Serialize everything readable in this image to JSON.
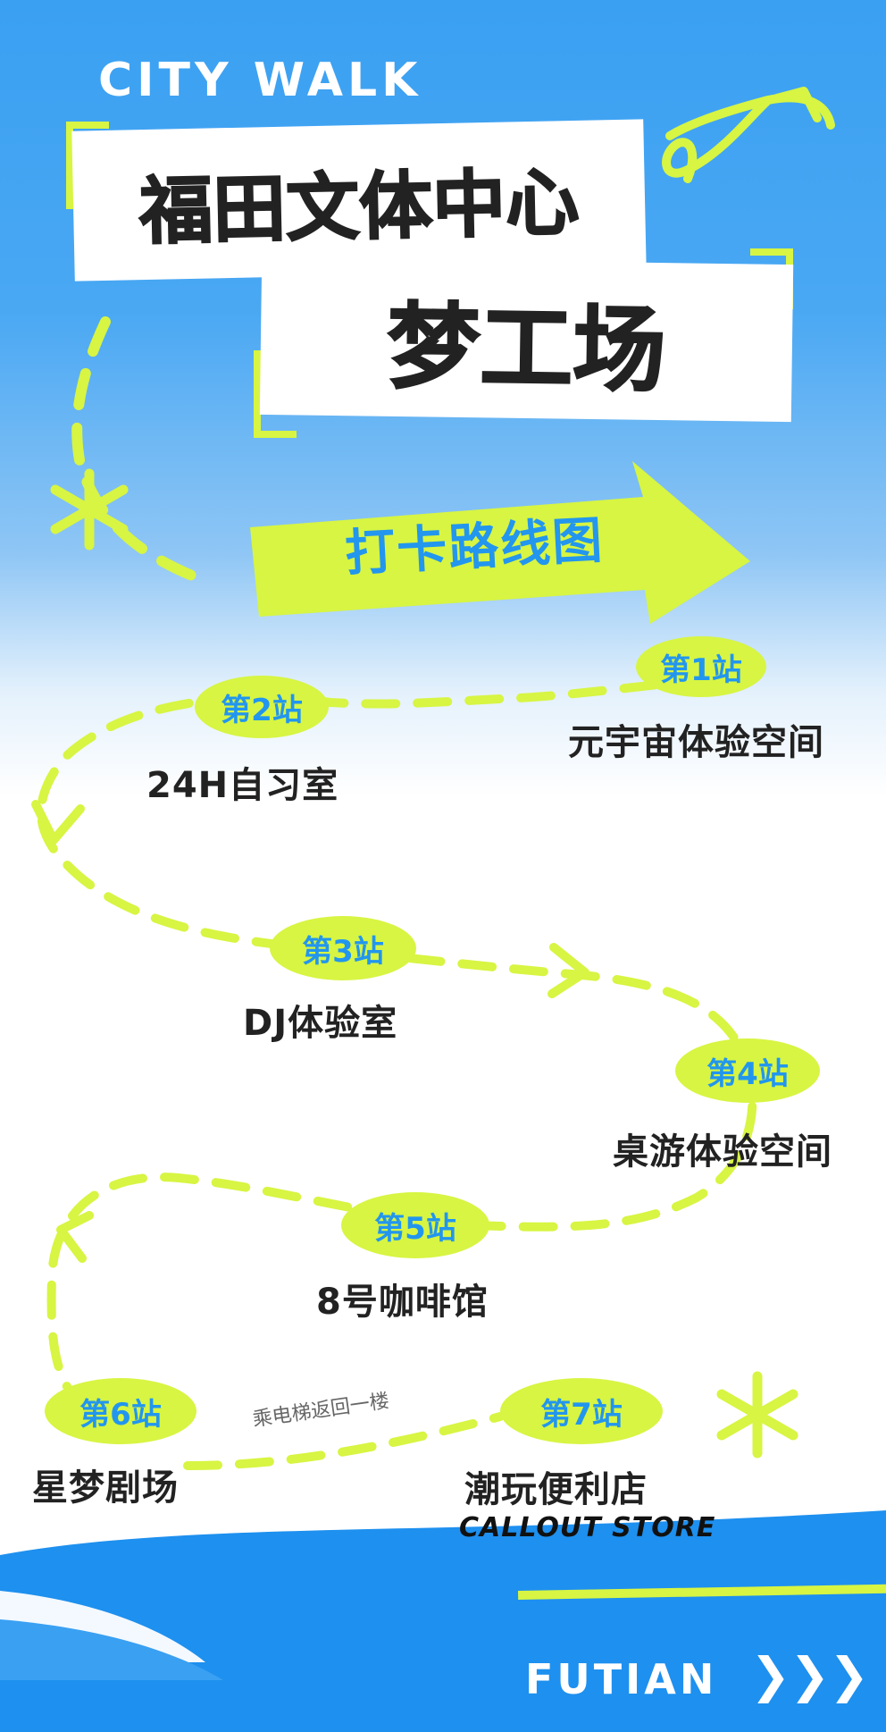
{
  "header": {
    "brand": "CITY WALK",
    "title_line1": "福田文体中心",
    "title_line2": "梦工场"
  },
  "banner": {
    "label": "打卡路线图"
  },
  "stops": [
    {
      "badge": "第1站",
      "name": "元宇宙体验空间"
    },
    {
      "badge": "第2站",
      "name": "24H自习室"
    },
    {
      "badge": "第3站",
      "name": "DJ体验室"
    },
    {
      "badge": "第4站",
      "name": "桌游体验空间"
    },
    {
      "badge": "第5站",
      "name": "8号咖啡馆"
    },
    {
      "badge": "第6站",
      "name": "星梦剧场"
    },
    {
      "badge": "第7站",
      "name": "潮玩便利店",
      "subtitle": "CALLOUT STORE"
    }
  ],
  "note": "乘电梯返回一楼",
  "footer": {
    "label": "FUTIAN"
  },
  "colors": {
    "accent": "#d7f542",
    "blue": "#2396ee",
    "dark": "#222222",
    "white": "#ffffff"
  }
}
